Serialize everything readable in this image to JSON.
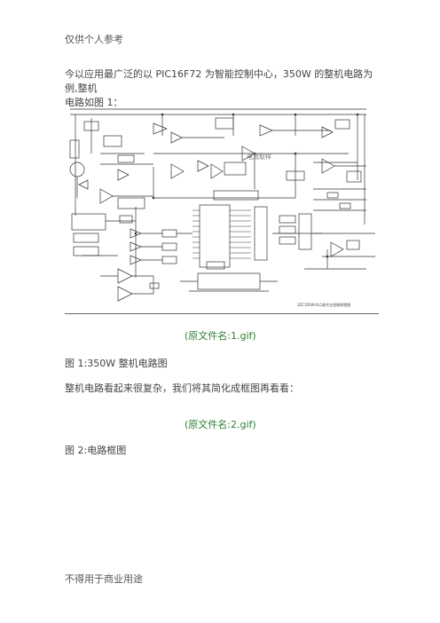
{
  "header": "仅供个人参考",
  "intro_line1": "今以应用最广泛的以 PIC16F72 为智能控制中心，350W 的整机电路为例,整机",
  "intro_line2": "电路如图 1：",
  "figure1": {
    "label_center": "电流取样",
    "label_bottom": "3ZC350W-6L1板专业控制原理图"
  },
  "source_link1": "(原文件名:1.gif)",
  "caption1": "图 1:350W 整机电路图",
  "paragraph2": "整机电路看起来很复杂，我们将其简化成框图再看看：",
  "source_link2": "(原文件名:2.gif)",
  "caption2": "图 2:电路框图",
  "footer": "不得用于商业用途"
}
